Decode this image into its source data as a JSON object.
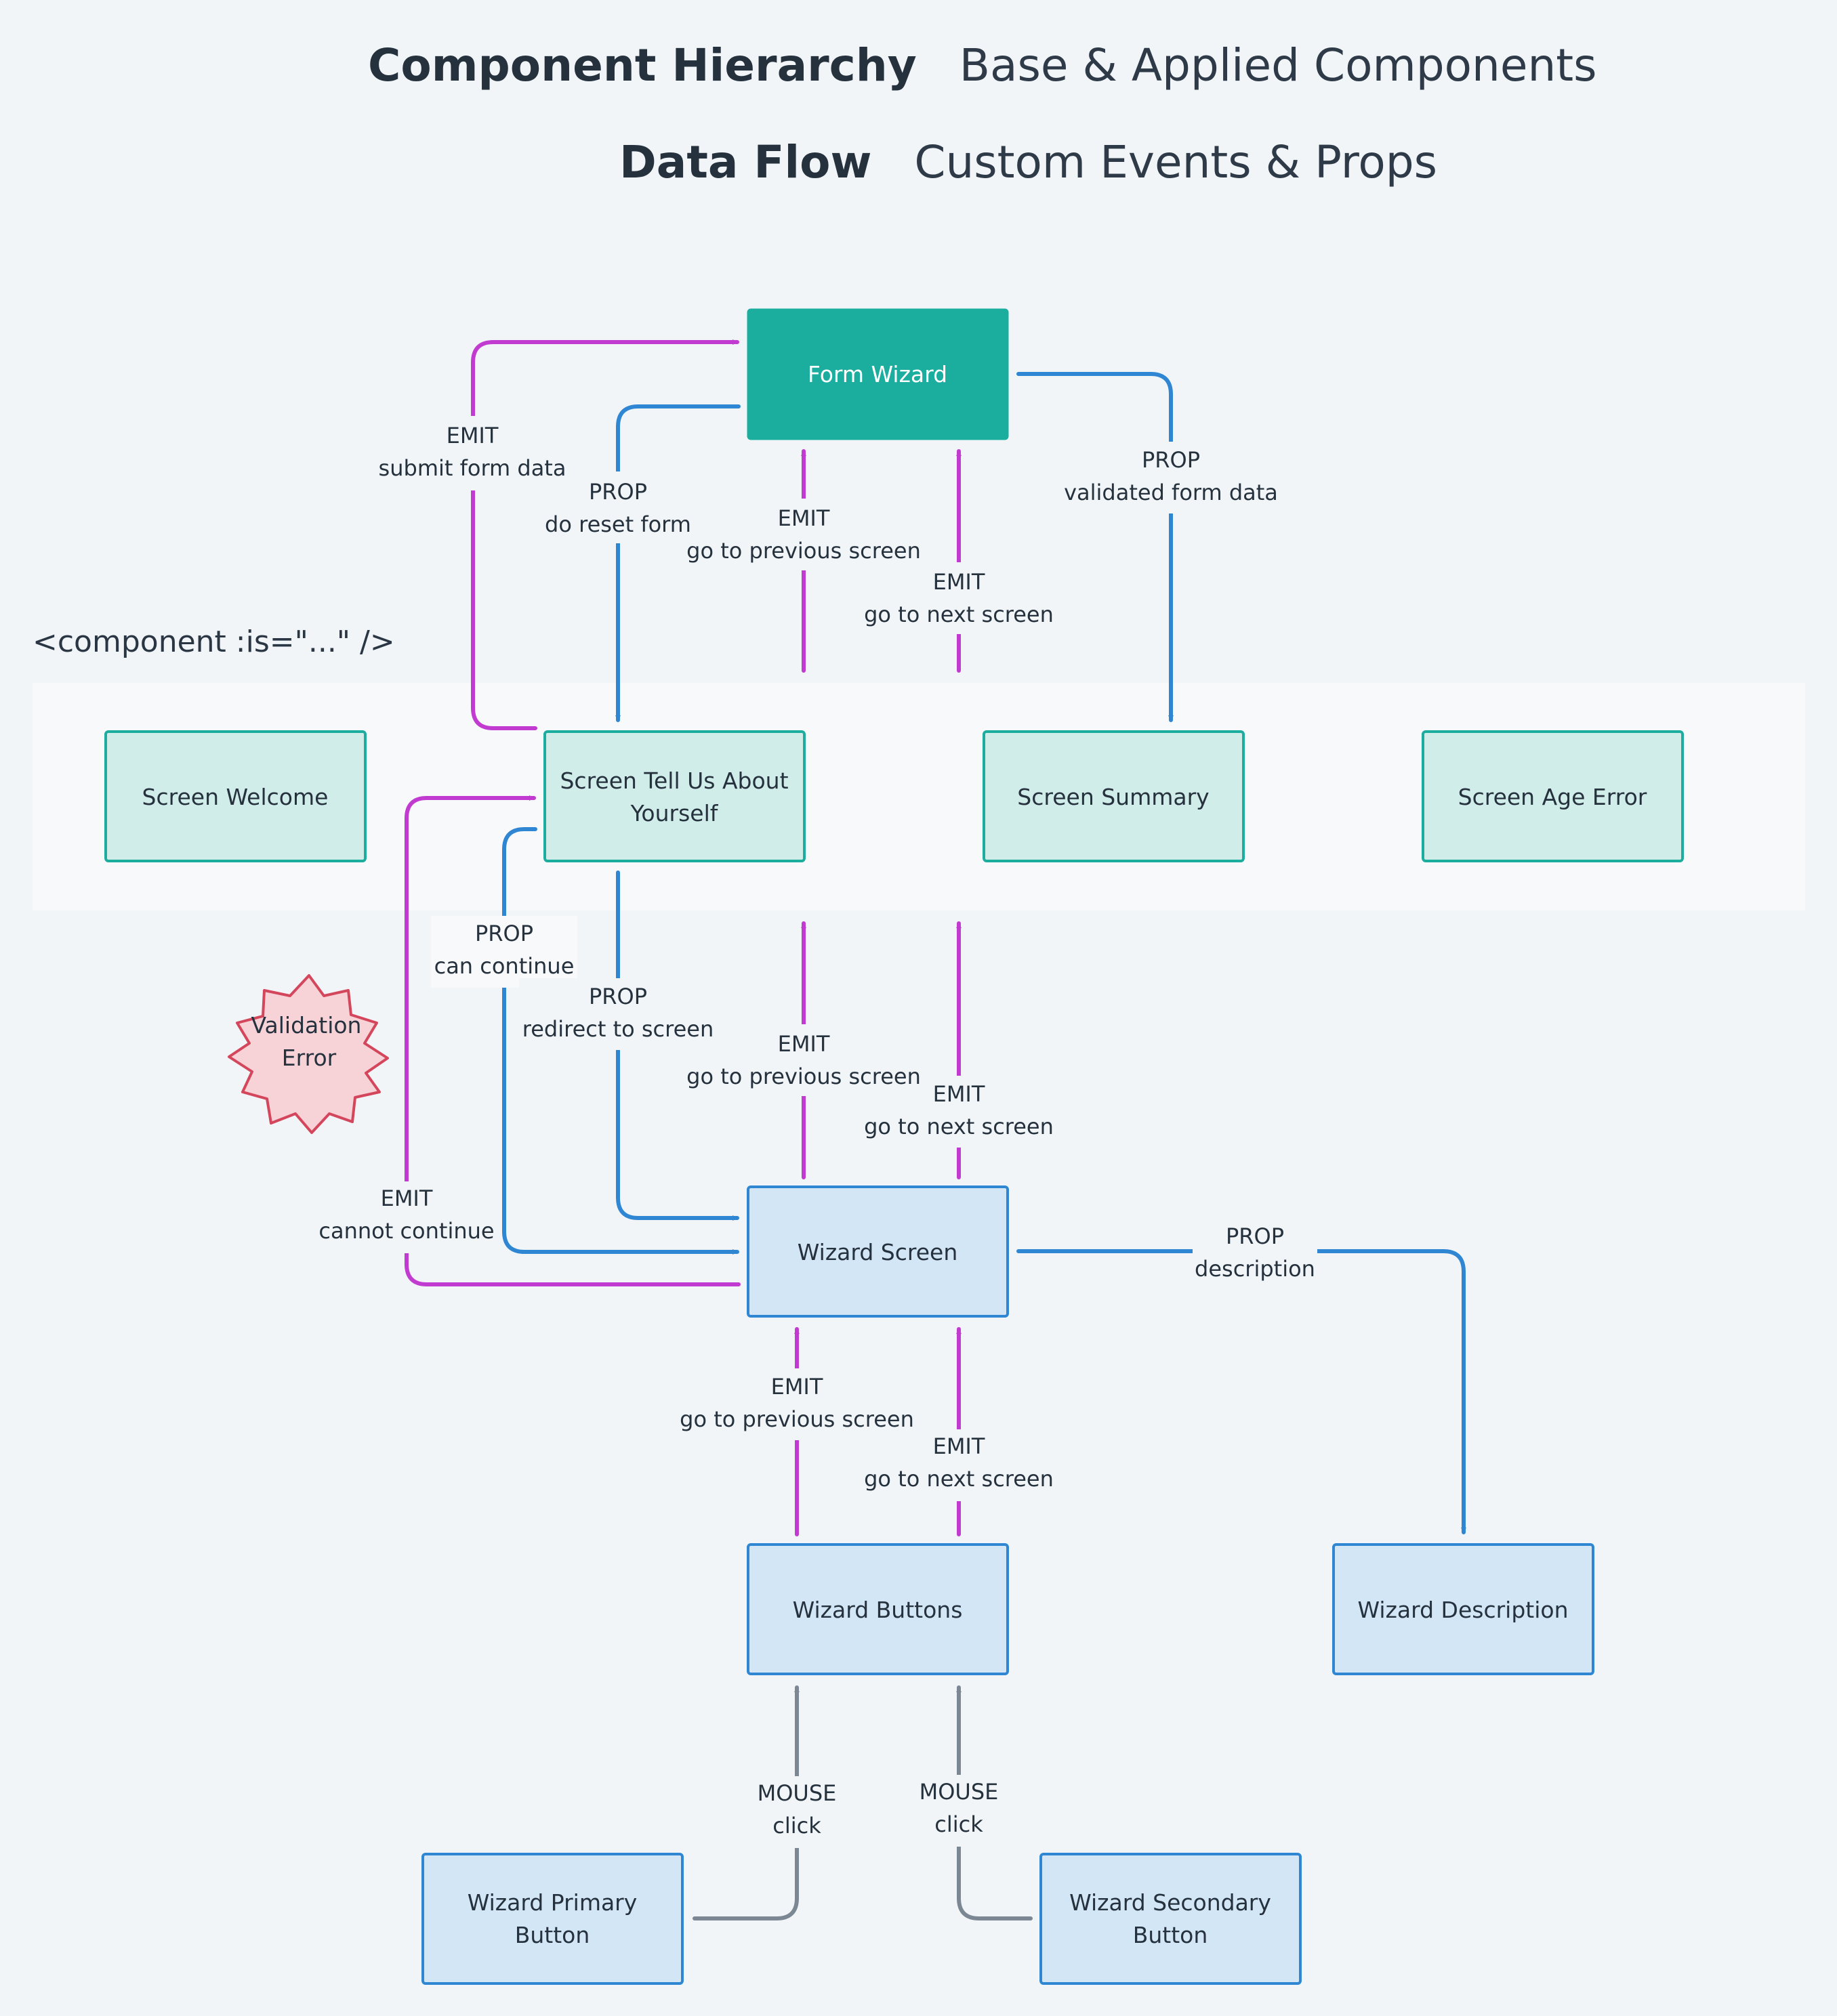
{
  "title": {
    "line1": {
      "key": "Component Hierarchy",
      "value": "Base & Applied Components"
    },
    "line2": {
      "key": "Data Flow",
      "value": "Custom Events & Props"
    }
  },
  "group_label": "<component :is=\"...\" />",
  "colors": {
    "background": "#f1f5f8",
    "group_band": "#f8f9fb",
    "root_fill": "#1bae9f",
    "screen_fill": "#d1edea",
    "screen_stroke": "#1bae9f",
    "applied_fill": "#d3e6f6",
    "applied_stroke": "#2f86d3",
    "emit": "#c23bd0",
    "prop": "#2f86d3",
    "mouse": "#7b8894",
    "error_fill": "#f7d3d8",
    "error_stroke": "#d4465c"
  },
  "nodes": {
    "form_wizard": "Form Wizard",
    "screen_welcome": "Screen Welcome",
    "screen_tell_us": [
      "Screen Tell Us About",
      "Yourself"
    ],
    "screen_summary": "Screen Summary",
    "screen_age_error": "Screen Age Error",
    "wizard_screen": "Wizard Screen",
    "wizard_buttons": "Wizard Buttons",
    "wizard_description": "Wizard Description",
    "wizard_primary_button": [
      "Wizard Primary",
      "Button"
    ],
    "wizard_secondary_button": [
      "Wizard Secondary",
      "Button"
    ],
    "validation_error": [
      "Validation",
      "Error"
    ]
  },
  "edges": {
    "submit_form_data": {
      "type": "EMIT",
      "text": "submit form data"
    },
    "do_reset_form": {
      "type": "PROP",
      "text": "do reset form"
    },
    "prev_to_form": {
      "type": "EMIT",
      "text": "go to previous screen"
    },
    "next_to_form": {
      "type": "EMIT",
      "text": "go to next screen"
    },
    "validated_form_data": {
      "type": "PROP",
      "text": "validated form data"
    },
    "can_continue": {
      "type": "PROP",
      "text": "can continue"
    },
    "redirect_to_screen": {
      "type": "PROP",
      "text": "redirect to screen"
    },
    "prev_to_screen": {
      "type": "EMIT",
      "text": "go to previous screen"
    },
    "next_to_screen": {
      "type": "EMIT",
      "text": "go to next screen"
    },
    "cannot_continue": {
      "type": "EMIT",
      "text": "cannot continue"
    },
    "description": {
      "type": "PROP",
      "text": "description"
    },
    "prev_to_wizard_screen": {
      "type": "EMIT",
      "text": "go to previous screen"
    },
    "next_to_wizard_screen": {
      "type": "EMIT",
      "text": "go to next screen"
    },
    "mouse_primary": {
      "type": "MOUSE",
      "text": "click"
    },
    "mouse_secondary": {
      "type": "MOUSE",
      "text": "click"
    }
  }
}
